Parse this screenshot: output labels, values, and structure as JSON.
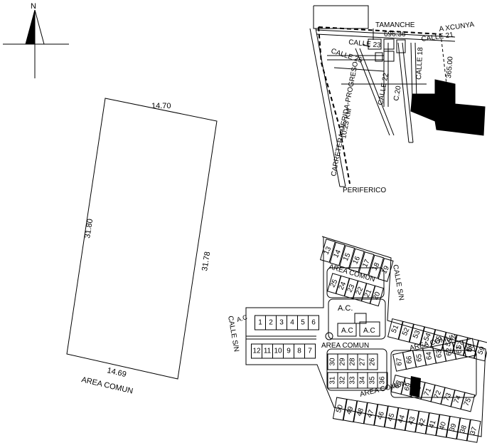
{
  "north": {
    "label": "N"
  },
  "lot_outline": {
    "top": "14.70",
    "left": "31.80",
    "right": "31.78",
    "bottom": "14.69",
    "bottom_caption": "AREA COMUN"
  },
  "location_map": {
    "labels": {
      "tamanche": "TAMANCHE",
      "dist_696": "696.36",
      "a_xcunya": "A XCUNYA",
      "calle_21": "CALLE 21",
      "calle_23": "CALLE 23",
      "calle_25": "CALLE 25",
      "calle_22": "CALLE 22",
      "c20": "C.20",
      "calle_18": "CALLE 18",
      "dist_365": "365.00",
      "carretera": "CARRETERA MERIDA-PROGRESO",
      "km": "10.23 KM",
      "periferico": "PERIFERICO"
    }
  },
  "site_plan": {
    "labels": {
      "area_comun_1": "AREA COMUN",
      "area_comun_2": "AREA COMUN",
      "area_comun_3": "AREA COMUN",
      "area_comun_4": "AREA COMUN",
      "calle_sn_left": "CALLE S/N",
      "calle_sn_right": "CALLE S/N",
      "ac_big": "A.C.",
      "ac_small1": "A.C",
      "ac_small2": "A.C",
      "ac_left": "A.C"
    },
    "lots_top_column": [
      "13",
      "14",
      "15",
      "16",
      "17",
      "18",
      "19"
    ],
    "lots_inner_top": [
      "25",
      "24",
      "23",
      "22",
      "21",
      "20"
    ],
    "lots_left_upper": [
      "1",
      "2",
      "3",
      "4",
      "5",
      "6"
    ],
    "lots_left_lower": [
      "12",
      "11",
      "10",
      "9",
      "8",
      "7"
    ],
    "lots_mid_row1": [
      "30",
      "29",
      "28",
      "27",
      "26"
    ],
    "lots_mid_row2": [
      "31",
      "32",
      "33",
      "34",
      "35",
      "36"
    ],
    "lots_right_upper": [
      "51",
      "52",
      "53",
      "54",
      "55",
      "56",
      "57",
      "58",
      "59"
    ],
    "lots_right_block_row1": [
      "67",
      "66",
      "65",
      "64",
      "63",
      "62",
      "61",
      "60"
    ],
    "lots_right_block_row2": [
      "68",
      "69",
      "70",
      "71",
      "72",
      "73",
      "74",
      "75"
    ],
    "lots_bottom_row": [
      "50",
      "49",
      "48",
      "47",
      "46",
      "45",
      "44",
      "43",
      "42",
      "41",
      "40",
      "39",
      "38",
      "37"
    ]
  }
}
